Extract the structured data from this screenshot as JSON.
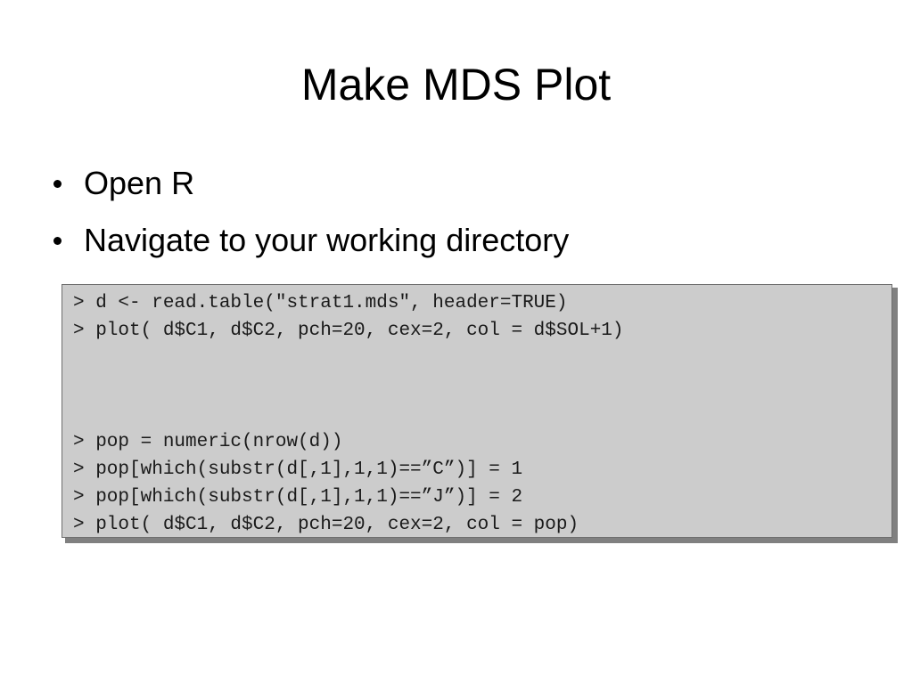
{
  "slide": {
    "title": "Make MDS Plot",
    "bullets": [
      {
        "text": "Open R"
      },
      {
        "text": "Navigate to your working directory"
      }
    ],
    "code_block": {
      "lines": [
        "> d <- read.table(\"strat1.mds\", header=TRUE)",
        "> plot( d$C1, d$C2, pch=20, cex=2, col = d$SOL+1)",
        "> pop = numeric(nrow(d))",
        "> pop[which(substr(d[,1],1,1)==”C”)] = 1",
        "> pop[which(substr(d[,1],1,1)==”J”)] = 2",
        "> plot( d$C1, d$C2, pch=20, cex=2, col = pop)"
      ],
      "background_color": "#cccccc",
      "shadow_color": "#808080"
    }
  }
}
